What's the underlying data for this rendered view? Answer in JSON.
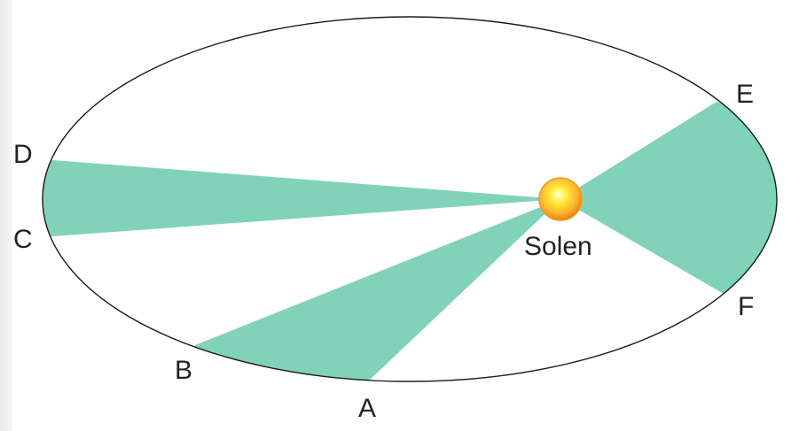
{
  "labels": {
    "a": "A",
    "b": "B",
    "c": "C",
    "d": "D",
    "e": "E",
    "f": "F",
    "sun": "Solen"
  },
  "colors": {
    "sector": "#80d3b9",
    "orbit": "#1a1a1a",
    "sun_core": "#ffef3a",
    "sun_edge": "#f08a12",
    "text": "#222222",
    "left_strip": "#ececec"
  },
  "icons": {
    "sun": "sun-icon"
  }
}
